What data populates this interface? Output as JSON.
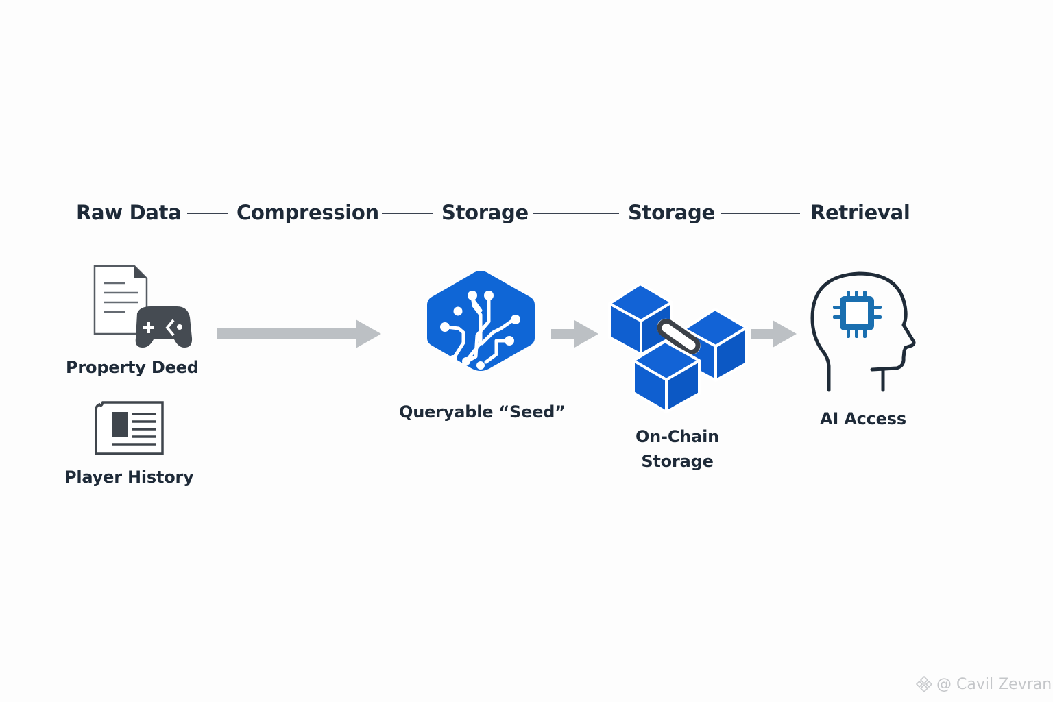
{
  "stages": [
    {
      "id": "raw-data",
      "label": "Raw Data"
    },
    {
      "id": "compression",
      "label": "Compression"
    },
    {
      "id": "storage-1",
      "label": "Storage"
    },
    {
      "id": "storage-2",
      "label": "Storage"
    },
    {
      "id": "retrieval",
      "label": "Retrieval"
    }
  ],
  "nodes": {
    "property_deed": {
      "label": "Property Deed",
      "icon": "document-gamepad-icon"
    },
    "player_history": {
      "label": "Player History",
      "icon": "newspaper-icon"
    },
    "seed": {
      "label": "Queryable “Seed”",
      "icon": "circuit-hexagon-icon"
    },
    "onchain": {
      "label_line1": "On-Chain",
      "label_line2": "Storage",
      "icon": "linked-blocks-icon"
    },
    "ai": {
      "label": "AI Access",
      "icon": "head-chip-icon"
    }
  },
  "colors": {
    "text": "#1e2a38",
    "accent_blue": "#0f66d6",
    "chip_blue": "#1a6fb0",
    "arrow_gray": "#bcc0c4",
    "icon_gray": "#454b52"
  },
  "watermark": {
    "text": "@ Cavil Zevran",
    "icon": "binance-logo-icon"
  }
}
